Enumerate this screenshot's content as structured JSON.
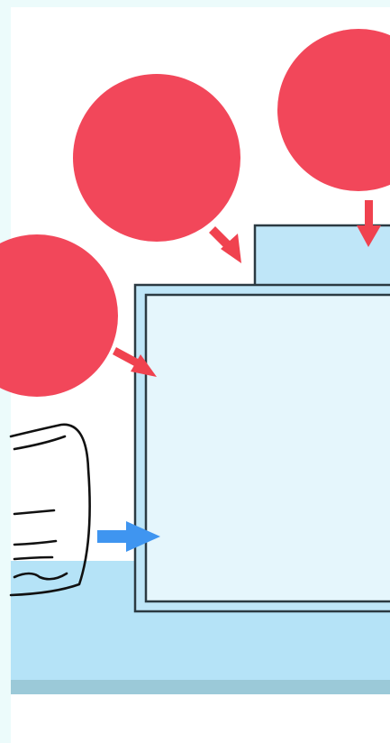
{
  "scene": {
    "colors": {
      "page_background": "#ffffff",
      "left_margin": "#ecfbfb",
      "top_margin": "#ecfbfb",
      "counter": "#b5e3f7",
      "counter_front_edge": "#9bc9d8",
      "panel_fill": "#e5f6fc",
      "panel_border": "#2b3a42",
      "tab_fill": "#bfe6f8",
      "circle_fill": "#f2475a",
      "red_arrow": "#f0424f",
      "blue_arrow": "#3f95f0",
      "sketch_stroke": "#111111"
    },
    "callout_circles": [
      {
        "name": "callout-circle-top-right",
        "color": "#f2475a"
      },
      {
        "name": "callout-circle-top-middle",
        "color": "#f2475a"
      },
      {
        "name": "callout-circle-left",
        "color": "#f2475a"
      }
    ],
    "arrows": [
      {
        "name": "arrow-down-to-tab",
        "color": "#f0424f"
      },
      {
        "name": "arrow-to-panel-corner",
        "color": "#f0424f"
      },
      {
        "name": "arrow-to-panel-left-edge",
        "color": "#f0424f"
      },
      {
        "name": "arrow-sketch-to-panel",
        "color": "#3f95f0"
      }
    ]
  }
}
